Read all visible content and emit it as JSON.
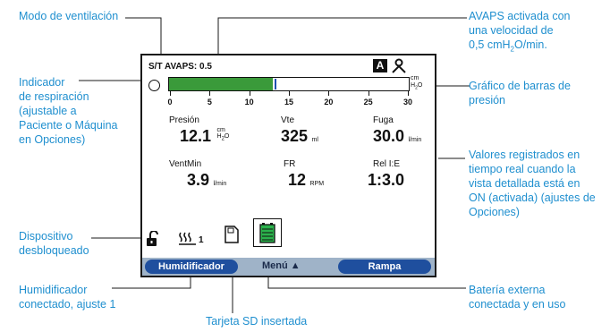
{
  "callouts": {
    "modo": "Modo de ventilación",
    "indicador": [
      "Indicador",
      "de respiración",
      "(ajustable a",
      "Paciente o Máquina",
      "en Opciones)"
    ],
    "dispositivo": [
      "Dispositivo",
      "desbloqueado"
    ],
    "humidificador": [
      "Humidificador",
      "conectado, ajuste 1"
    ],
    "tarjeta": "Tarjeta SD insertada",
    "avaps": [
      "AVAPS activada con",
      "una velocidad de",
      "0,5 cmH",
      "O/min."
    ],
    "avaps_sub": "2",
    "grafico": [
      "Gráfico de barras de",
      "presión"
    ],
    "valores": [
      "Valores registrados en",
      "tiempo real cuando la",
      "vista detallada está en",
      "ON (activada) (ajustes de",
      "Opciones)"
    ],
    "bateria": [
      "Batería externa",
      "conectada y en uso"
    ]
  },
  "screen": {
    "mode_text": "S/T AVAPS: 0.5",
    "mode_icon_letter": "A",
    "bar": {
      "value": 13,
      "max": 30,
      "marker": 13.2,
      "ticks": [
        "0",
        "5",
        "10",
        "15",
        "20",
        "25",
        "30"
      ],
      "unit_top": "cm",
      "unit_bottom": "H",
      "unit_sub": "2",
      "unit_end": "O"
    },
    "readings": [
      {
        "label": "Presión",
        "value": "12.1",
        "unit": "cm",
        "unit2": "H",
        "unit2_sub": "2",
        "unit2_end": "O"
      },
      {
        "label": "Vte",
        "value": "325",
        "unit": "ml"
      },
      {
        "label": "Fuga",
        "value": "30.0",
        "unit": "l/min"
      },
      {
        "label": "VentMin",
        "value": "3.9",
        "unit": "l/min"
      },
      {
        "label": "FR",
        "value": "12",
        "unit": "RPM"
      },
      {
        "label": "Rel I:E",
        "value": "1:3.0",
        "unit": ""
      }
    ],
    "humidifier_setting": "1",
    "softkeys": {
      "left": "Humidificador",
      "menu": "Menú ▲",
      "right": "Rampa"
    }
  },
  "colors": {
    "callout": "#1f8fcf",
    "bar_fill": "#3a9a3a",
    "softkey": "#1f4f9e",
    "softbar": "#9fb3c8",
    "battery": "#2bb24c"
  }
}
